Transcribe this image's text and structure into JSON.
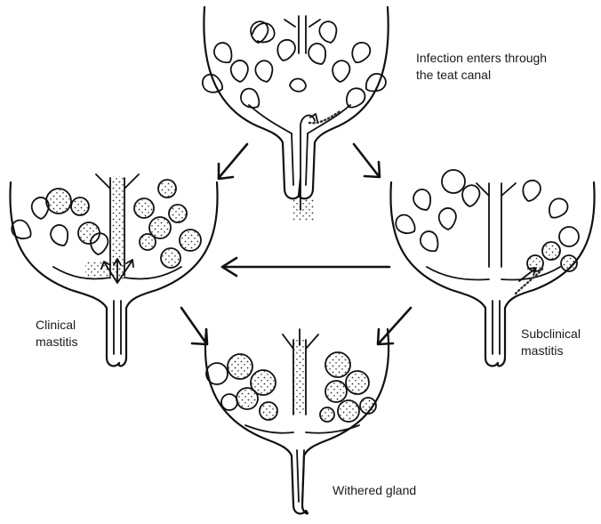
{
  "labels": {
    "infection": [
      "Infection enters through",
      "the teat canal"
    ],
    "clinical": [
      "Clinical",
      "mastitis"
    ],
    "subclinical": [
      "Subclinical",
      "mastitis"
    ],
    "withered": "Withered gland"
  }
}
